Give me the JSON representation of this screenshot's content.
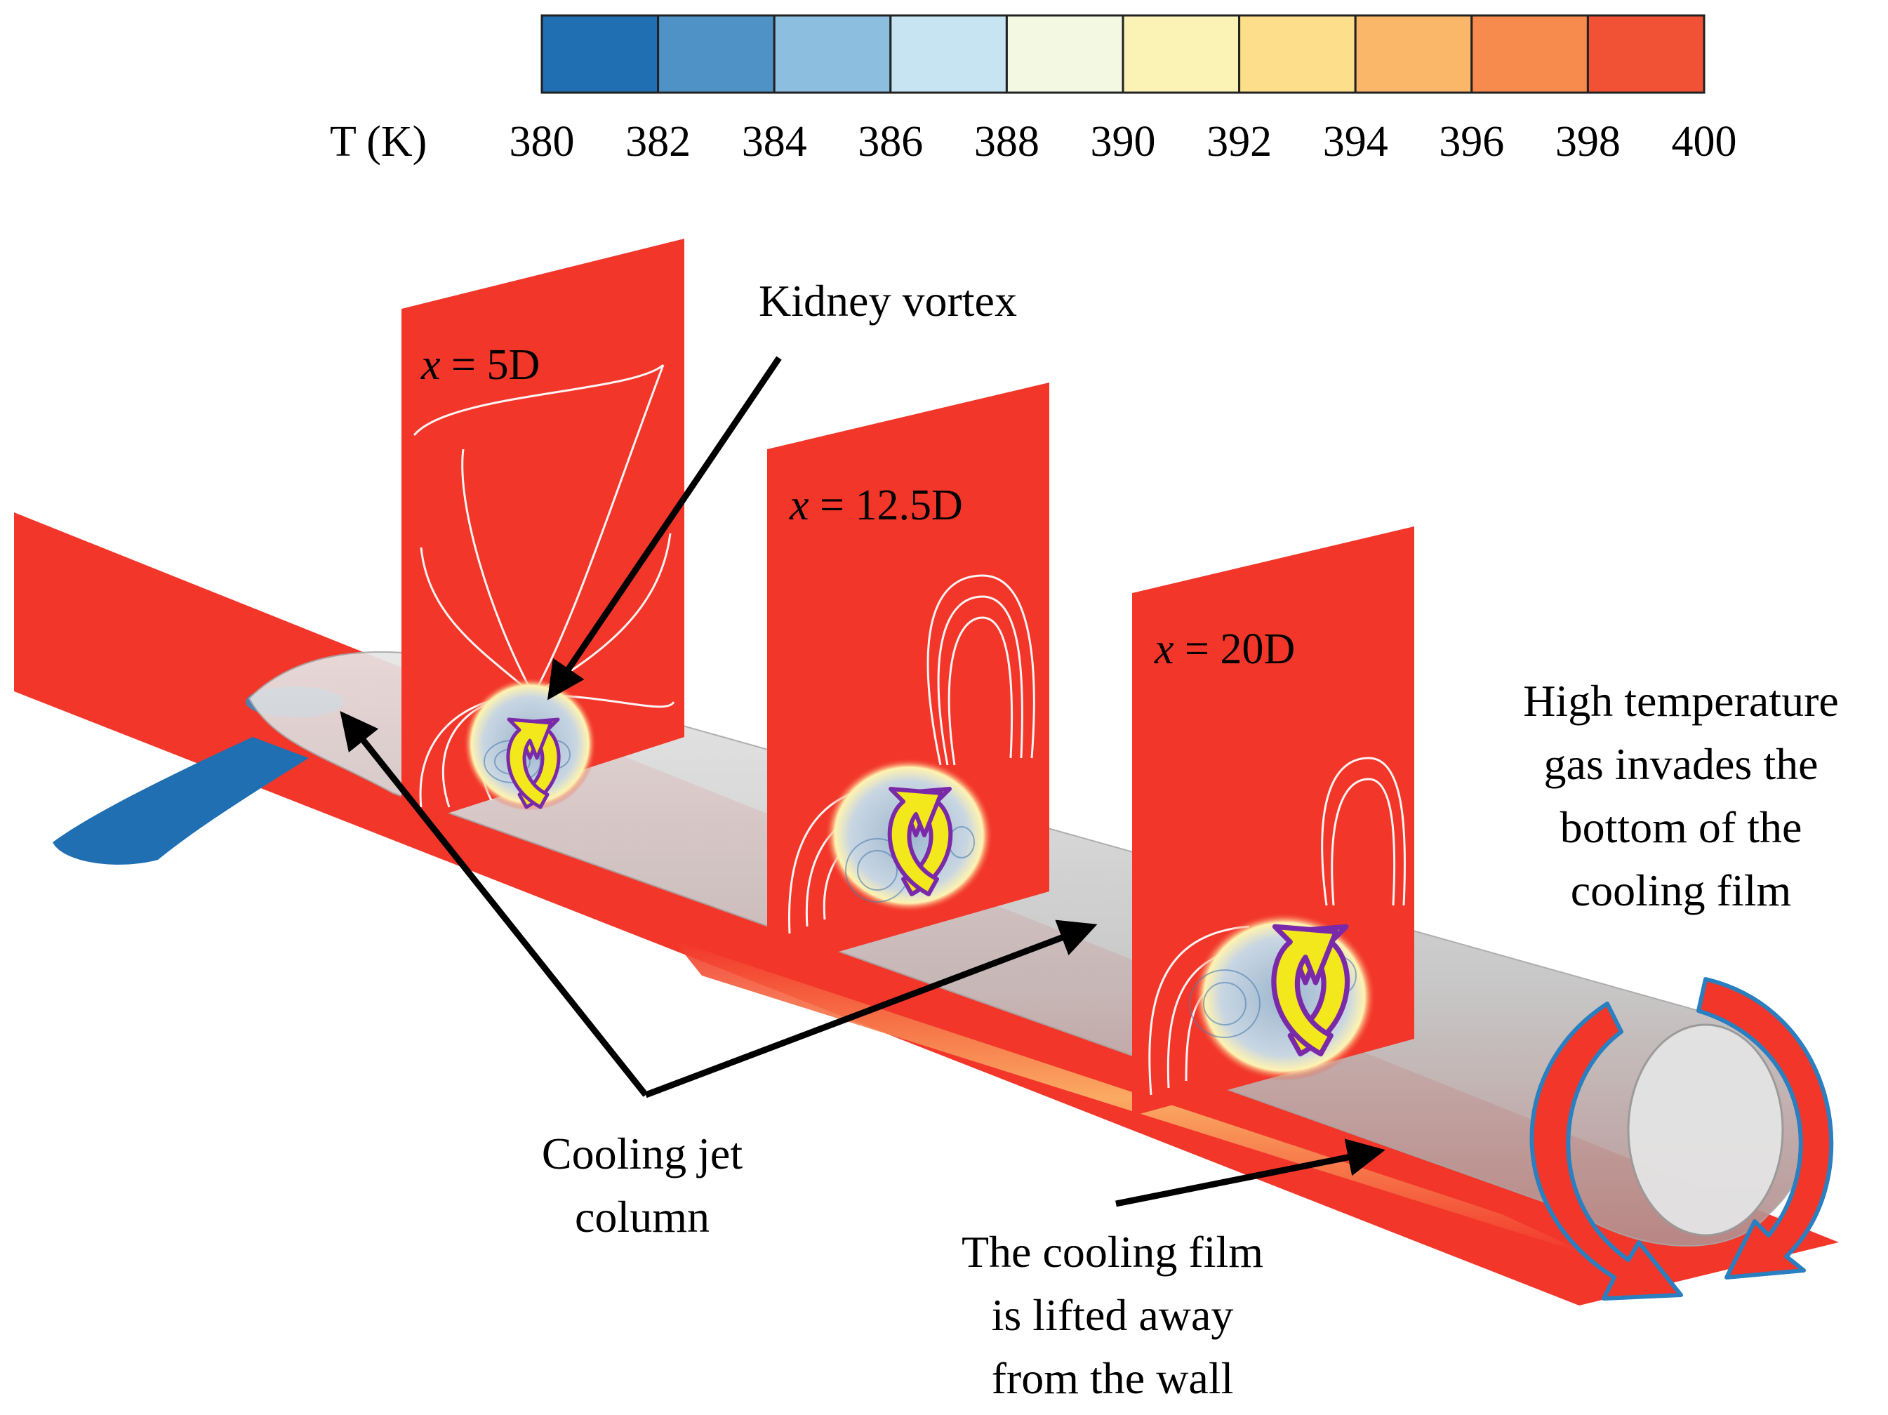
{
  "colorbar": {
    "label": "T (K)",
    "ticks": [
      "380",
      "382",
      "384",
      "386",
      "388",
      "390",
      "392",
      "394",
      "396",
      "398",
      "400"
    ],
    "colors": [
      "#1f6fb2",
      "#4f93c6",
      "#8cbfdf",
      "#c6e4f1",
      "#f2f8e2",
      "#fbf2b6",
      "#fdde8a",
      "#fbb769",
      "#f78a4d",
      "#f15236"
    ]
  },
  "planes": [
    {
      "label_var": "x",
      "label_val": " = 5D"
    },
    {
      "label_var": "x",
      "label_val": " = 12.5D"
    },
    {
      "label_var": "x",
      "label_val": " = 20D"
    }
  ],
  "annotations": {
    "kidney_vortex": "Kidney vortex",
    "cooling_jet": [
      "Cooling jet",
      "column"
    ],
    "high_temp": [
      "High temperature",
      "gas invades the",
      "bottom of the",
      "cooling film"
    ],
    "film_lifted": [
      "The cooling film",
      "is lifted away",
      "from the wall"
    ]
  },
  "colors": {
    "hot": "#f2362a",
    "cold": "#1f6fb2",
    "jet_column": "#c9c9c9",
    "vortex_arrow": "#f3e81c",
    "vortex_outline": "#7a2aa8"
  }
}
